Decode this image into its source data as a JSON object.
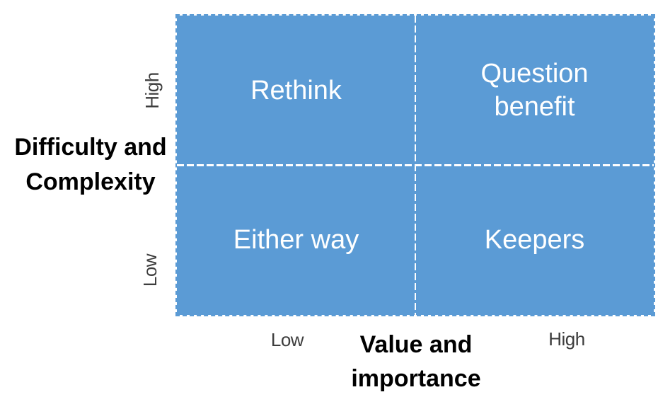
{
  "matrix": {
    "quadrants": {
      "top_left": {
        "label": "Rethink"
      },
      "top_right": {
        "label": "Question benefit"
      },
      "bottom_left": {
        "label": "Either way"
      },
      "bottom_right": {
        "label": "Keepers"
      }
    }
  },
  "y_axis": {
    "title": "Difficulty and Complexity",
    "high_label": "High",
    "low_label": "Low"
  },
  "x_axis": {
    "title": "Value and importance",
    "low_label": "Low",
    "high_label": "High"
  },
  "colors": {
    "quadrant_fill": "#5b9bd5",
    "quadrant_text": "#ffffff",
    "divider": "#ffffff",
    "axis_title_text": "#000000",
    "tick_text": "#3d3d3d"
  }
}
